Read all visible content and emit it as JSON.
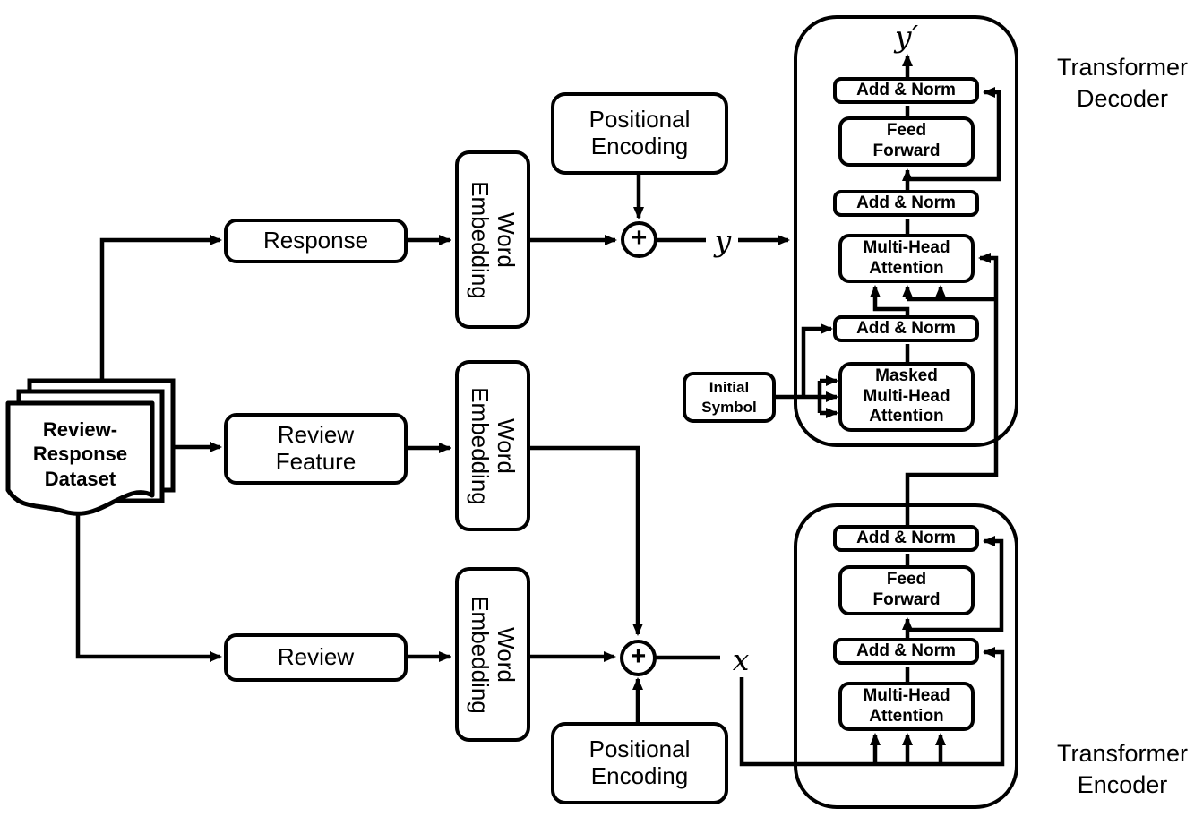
{
  "dataset": {
    "label": "Review-\nResponse\nDataset"
  },
  "input_boxes": {
    "response": "Response",
    "review_feature": "Review\nFeature",
    "review": "Review"
  },
  "embedding": {
    "word_embedding": "Word\nEmbedding"
  },
  "positional_encoding": {
    "label": "Positional\nEncoding"
  },
  "initial_symbol": {
    "label": "Initial\nSymbol"
  },
  "transformer": {
    "add_norm": "Add & Norm",
    "feed_forward": "Feed\nForward",
    "multi_head_attention": "Multi-Head\nAttention",
    "masked_multi_head_attention": "Masked\nMulti-Head\nAttention",
    "decoder_label": "Transformer\nDecoder",
    "encoder_label": "Transformer\nEncoder"
  },
  "math_labels": {
    "decoder_output": "y′",
    "decoder_input": "y",
    "encoder_input": "x",
    "plus": "+"
  },
  "colors": {
    "line": "#000000",
    "background": "#ffffff"
  }
}
